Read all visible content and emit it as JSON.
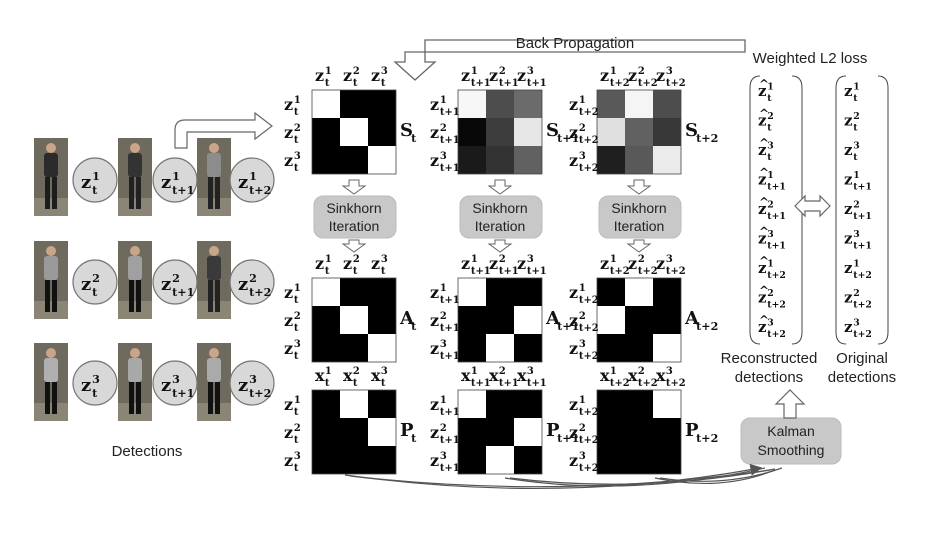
{
  "labels": {
    "back_propagation": "Back Propagation",
    "weighted_l2_loss": "Weighted L2 loss",
    "sinkhorn_line1": "Sinkhorn",
    "sinkhorn_line2": "Iteration",
    "kalman_line1": "Kalman",
    "kalman_line2": "Smoothing",
    "detections": "Detections",
    "reconstructed_line1": "Reconstructed",
    "reconstructed_line2": "detections",
    "original_line1": "Original",
    "original_line2": "detections"
  },
  "det_nodes": [
    [
      "z",
      "1",
      "t"
    ],
    [
      "z",
      "1",
      "t+1"
    ],
    [
      "z",
      "1",
      "t+2"
    ],
    [
      "z",
      "2",
      "t"
    ],
    [
      "z",
      "2",
      "t+1"
    ],
    [
      "z",
      "2",
      "t+2"
    ],
    [
      "z",
      "3",
      "t"
    ],
    [
      "z",
      "3",
      "t+1"
    ],
    [
      "z",
      "3",
      "t+2"
    ]
  ],
  "matrices": {
    "S": [
      {
        "name": "S",
        "sub": "t",
        "vars": [
          "z",
          "z",
          "z"
        ],
        "subs": [
          "t",
          "t",
          "t"
        ],
        "cells": [
          [
            1,
            0,
            0
          ],
          [
            0,
            1,
            0
          ],
          [
            0,
            0,
            1
          ]
        ]
      },
      {
        "name": "S",
        "sub": "t+1",
        "vars": [
          "z",
          "z",
          "z"
        ],
        "subs": [
          "t+1",
          "t+1",
          "t+1"
        ],
        "cells": [
          [
            0.97,
            0.3,
            0.42
          ],
          [
            0.03,
            0.24,
            0.9
          ],
          [
            0.1,
            0.2,
            0.38
          ]
        ]
      },
      {
        "name": "S",
        "sub": "t+2",
        "vars": [
          "z",
          "z",
          "z"
        ],
        "subs": [
          "t+2",
          "t+2",
          "t+2"
        ],
        "cells": [
          [
            0.35,
            0.96,
            0.3
          ],
          [
            0.88,
            0.38,
            0.22
          ],
          [
            0.12,
            0.35,
            0.92
          ]
        ]
      }
    ],
    "A": [
      {
        "name": "A",
        "sub": "t",
        "vars": [
          "z",
          "z",
          "z"
        ],
        "subs": [
          "t",
          "t",
          "t"
        ],
        "cells": [
          [
            1,
            0,
            0
          ],
          [
            0,
            1,
            0
          ],
          [
            0,
            0,
            1
          ]
        ]
      },
      {
        "name": "A",
        "sub": "t+1",
        "vars": [
          "z",
          "z",
          "z"
        ],
        "subs": [
          "t+1",
          "t+1",
          "t+1"
        ],
        "cells": [
          [
            1,
            0,
            0
          ],
          [
            0,
            0,
            1
          ],
          [
            0,
            1,
            0
          ]
        ]
      },
      {
        "name": "A",
        "sub": "t+2",
        "vars": [
          "z",
          "z",
          "z"
        ],
        "subs": [
          "t+2",
          "t+2",
          "t+2"
        ],
        "cells": [
          [
            0,
            1,
            0
          ],
          [
            1,
            0,
            0
          ],
          [
            0,
            0,
            1
          ]
        ]
      }
    ],
    "P": [
      {
        "name": "P",
        "sub": "t",
        "cols": [
          "x",
          "x",
          "x"
        ],
        "colsubs": [
          "t",
          "t",
          "t"
        ],
        "rows": [
          "z",
          "z",
          "z"
        ],
        "rowsubs": [
          "t",
          "t",
          "t"
        ],
        "cells": [
          [
            0,
            1,
            0
          ],
          [
            0,
            0,
            1
          ],
          [
            0,
            0,
            0
          ]
        ]
      },
      {
        "name": "P",
        "sub": "t+1",
        "cols": [
          "x",
          "x",
          "x"
        ],
        "colsubs": [
          "t+1",
          "t+1",
          "t+1"
        ],
        "rows": [
          "z",
          "z",
          "z"
        ],
        "rowsubs": [
          "t+1",
          "t+1",
          "t+1"
        ],
        "cells": [
          [
            1,
            0,
            0
          ],
          [
            0,
            0,
            1
          ],
          [
            0,
            1,
            0
          ]
        ]
      },
      {
        "name": "P",
        "sub": "t+2",
        "cols": [
          "x",
          "x",
          "x"
        ],
        "colsubs": [
          "t+2",
          "t+2",
          "t+2"
        ],
        "rows": [
          "z",
          "z",
          "z"
        ],
        "rowsubs": [
          "t+2",
          "t+2",
          "t+2"
        ],
        "cells": [
          [
            0,
            0,
            1
          ],
          [
            0,
            0,
            0
          ],
          [
            0,
            0,
            0
          ]
        ]
      }
    ]
  },
  "reconstructed_vector": [
    [
      "1",
      "t"
    ],
    [
      "2",
      "t"
    ],
    [
      "3",
      "t"
    ],
    [
      "1",
      "t+1"
    ],
    [
      "2",
      "t+1"
    ],
    [
      "3",
      "t+1"
    ],
    [
      "1",
      "t+2"
    ],
    [
      "2",
      "t+2"
    ],
    [
      "3",
      "t+2"
    ]
  ],
  "original_vector": [
    [
      "1",
      "t"
    ],
    [
      "2",
      "t"
    ],
    [
      "3",
      "t"
    ],
    [
      "1",
      "t+1"
    ],
    [
      "2",
      "t+1"
    ],
    [
      "3",
      "t+1"
    ],
    [
      "1",
      "t+2"
    ],
    [
      "2",
      "t+2"
    ],
    [
      "3",
      "t+2"
    ]
  ],
  "colors": {
    "box_fill": "#c8c8c8",
    "node_fill": "#d8d8d8",
    "line": "#555555"
  }
}
